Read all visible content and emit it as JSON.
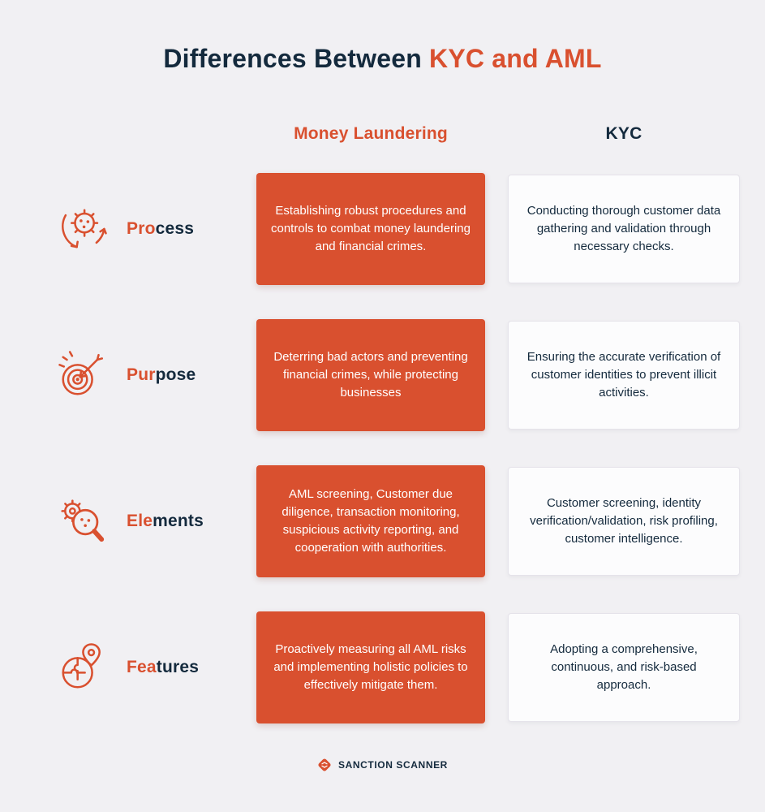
{
  "colors": {
    "accent": "#d9502f",
    "navy": "#142a3d",
    "background": "#f1f0f3",
    "kyc_card_bg": "#fcfcfd"
  },
  "title": {
    "prefix": "Differences Between ",
    "highlight": "KYC and AML"
  },
  "column_headers": {
    "aml": "Money Laundering",
    "kyc": "KYC"
  },
  "rows": [
    {
      "icon": "process-gear-arrows-icon",
      "label_accent": "Pro",
      "label_rest": "cess",
      "aml": "Establishing robust procedures and controls to combat money laundering and financial crimes.",
      "kyc": "Conducting thorough customer data gathering and validation through necessary checks."
    },
    {
      "icon": "purpose-target-dart-icon",
      "label_accent": "Pur",
      "label_rest": "pose",
      "aml": "Deterring bad actors and preventing financial crimes, while protecting businesses",
      "kyc": "Ensuring the accurate verification of customer identities to prevent illicit activities."
    },
    {
      "icon": "elements-magnifier-gear-icon",
      "label_accent": "Ele",
      "label_rest": "ments",
      "aml": "AML screening, Customer due diligence, transaction monitoring, suspicious activity reporting, and cooperation with authorities.",
      "kyc": "Customer screening, identity verification/validation, risk profiling, customer intelligence."
    },
    {
      "icon": "features-puzzle-globe-pin-icon",
      "label_accent": "Fea",
      "label_rest": "tures",
      "aml": "Proactively measuring all AML risks and implementing holistic policies to effectively mitigate them.",
      "kyc": "Adopting a comprehensive, continuous, and risk-based approach."
    }
  ],
  "footer": {
    "brand": "SANCTION SCANNER"
  }
}
